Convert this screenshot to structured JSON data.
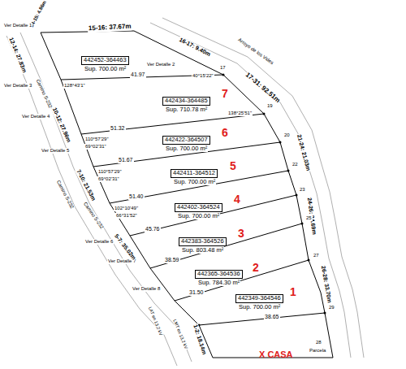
{
  "diagram": {
    "nodes": [
      {
        "text": [
          "442452-364463",
          "Sup. 700.00 m²"
        ]
      },
      {
        "text": [
          "442434-364485",
          "Sup. 710.78 m²"
        ]
      },
      {
        "text": [
          "442422-364507",
          "Sup. 700.00 m²"
        ]
      },
      {
        "text": [
          "442411-364512",
          "Sup. 700.00 m²"
        ]
      },
      {
        "text": [
          "442402-364524",
          "Sup. 700.00 m²"
        ]
      },
      {
        "text": [
          "442383-364526",
          "Sup. 803.48 m²"
        ]
      },
      {
        "text": [
          "442365-364536",
          "Sup. 784.30 m²"
        ]
      },
      {
        "text": [
          "442349-364546",
          "Sup. 700.00 m²"
        ]
      }
    ],
    "edges": [],
    "labels": [
      "14-15: 4.86m",
      "15-16: 37.67m",
      "16-17: 9.40m",
      "Arroyo de los Vides",
      "17-31: 92.51m",
      "12-14: 27.83m",
      "Ver Detalle 1",
      "Ver Detalle 2",
      "Ver Detalle 3",
      "Ver Detalle 4",
      "Ver Detalle 5",
      "Ver Detalle 6",
      "Ver Detalle 7",
      "Ver Detalle 8",
      "Camino S-232",
      "Camino S-232",
      "Camino S-232",
      "10-12: 27.96m",
      "7-10: 21.53m",
      "5-7: 35.02m",
      "1-2: 18.14m",
      "21-24: 21.03m",
      "24-26: 34.69m",
      "26-28: 33.70m",
      "LAT en 13,2 kV",
      "LMT en 13,2 kV",
      "41.97",
      "51.32",
      "51.67",
      "51.40",
      "45.76",
      "38.59",
      "31.50",
      "38.65",
      "40°15'22\"",
      "128°43'1\"",
      "110°57'29\"",
      "69°02'31\"",
      "110°57'29\"",
      "69°02'31\"",
      "102°10'49\"",
      "66°31'52\"",
      "138°25'51\"",
      "17",
      "19",
      "20",
      "22",
      "23",
      "25",
      "27",
      "29",
      "28",
      "Parcela",
      "7",
      "6",
      "5",
      "4",
      "3",
      "2",
      "1",
      "X CASA"
    ]
  }
}
